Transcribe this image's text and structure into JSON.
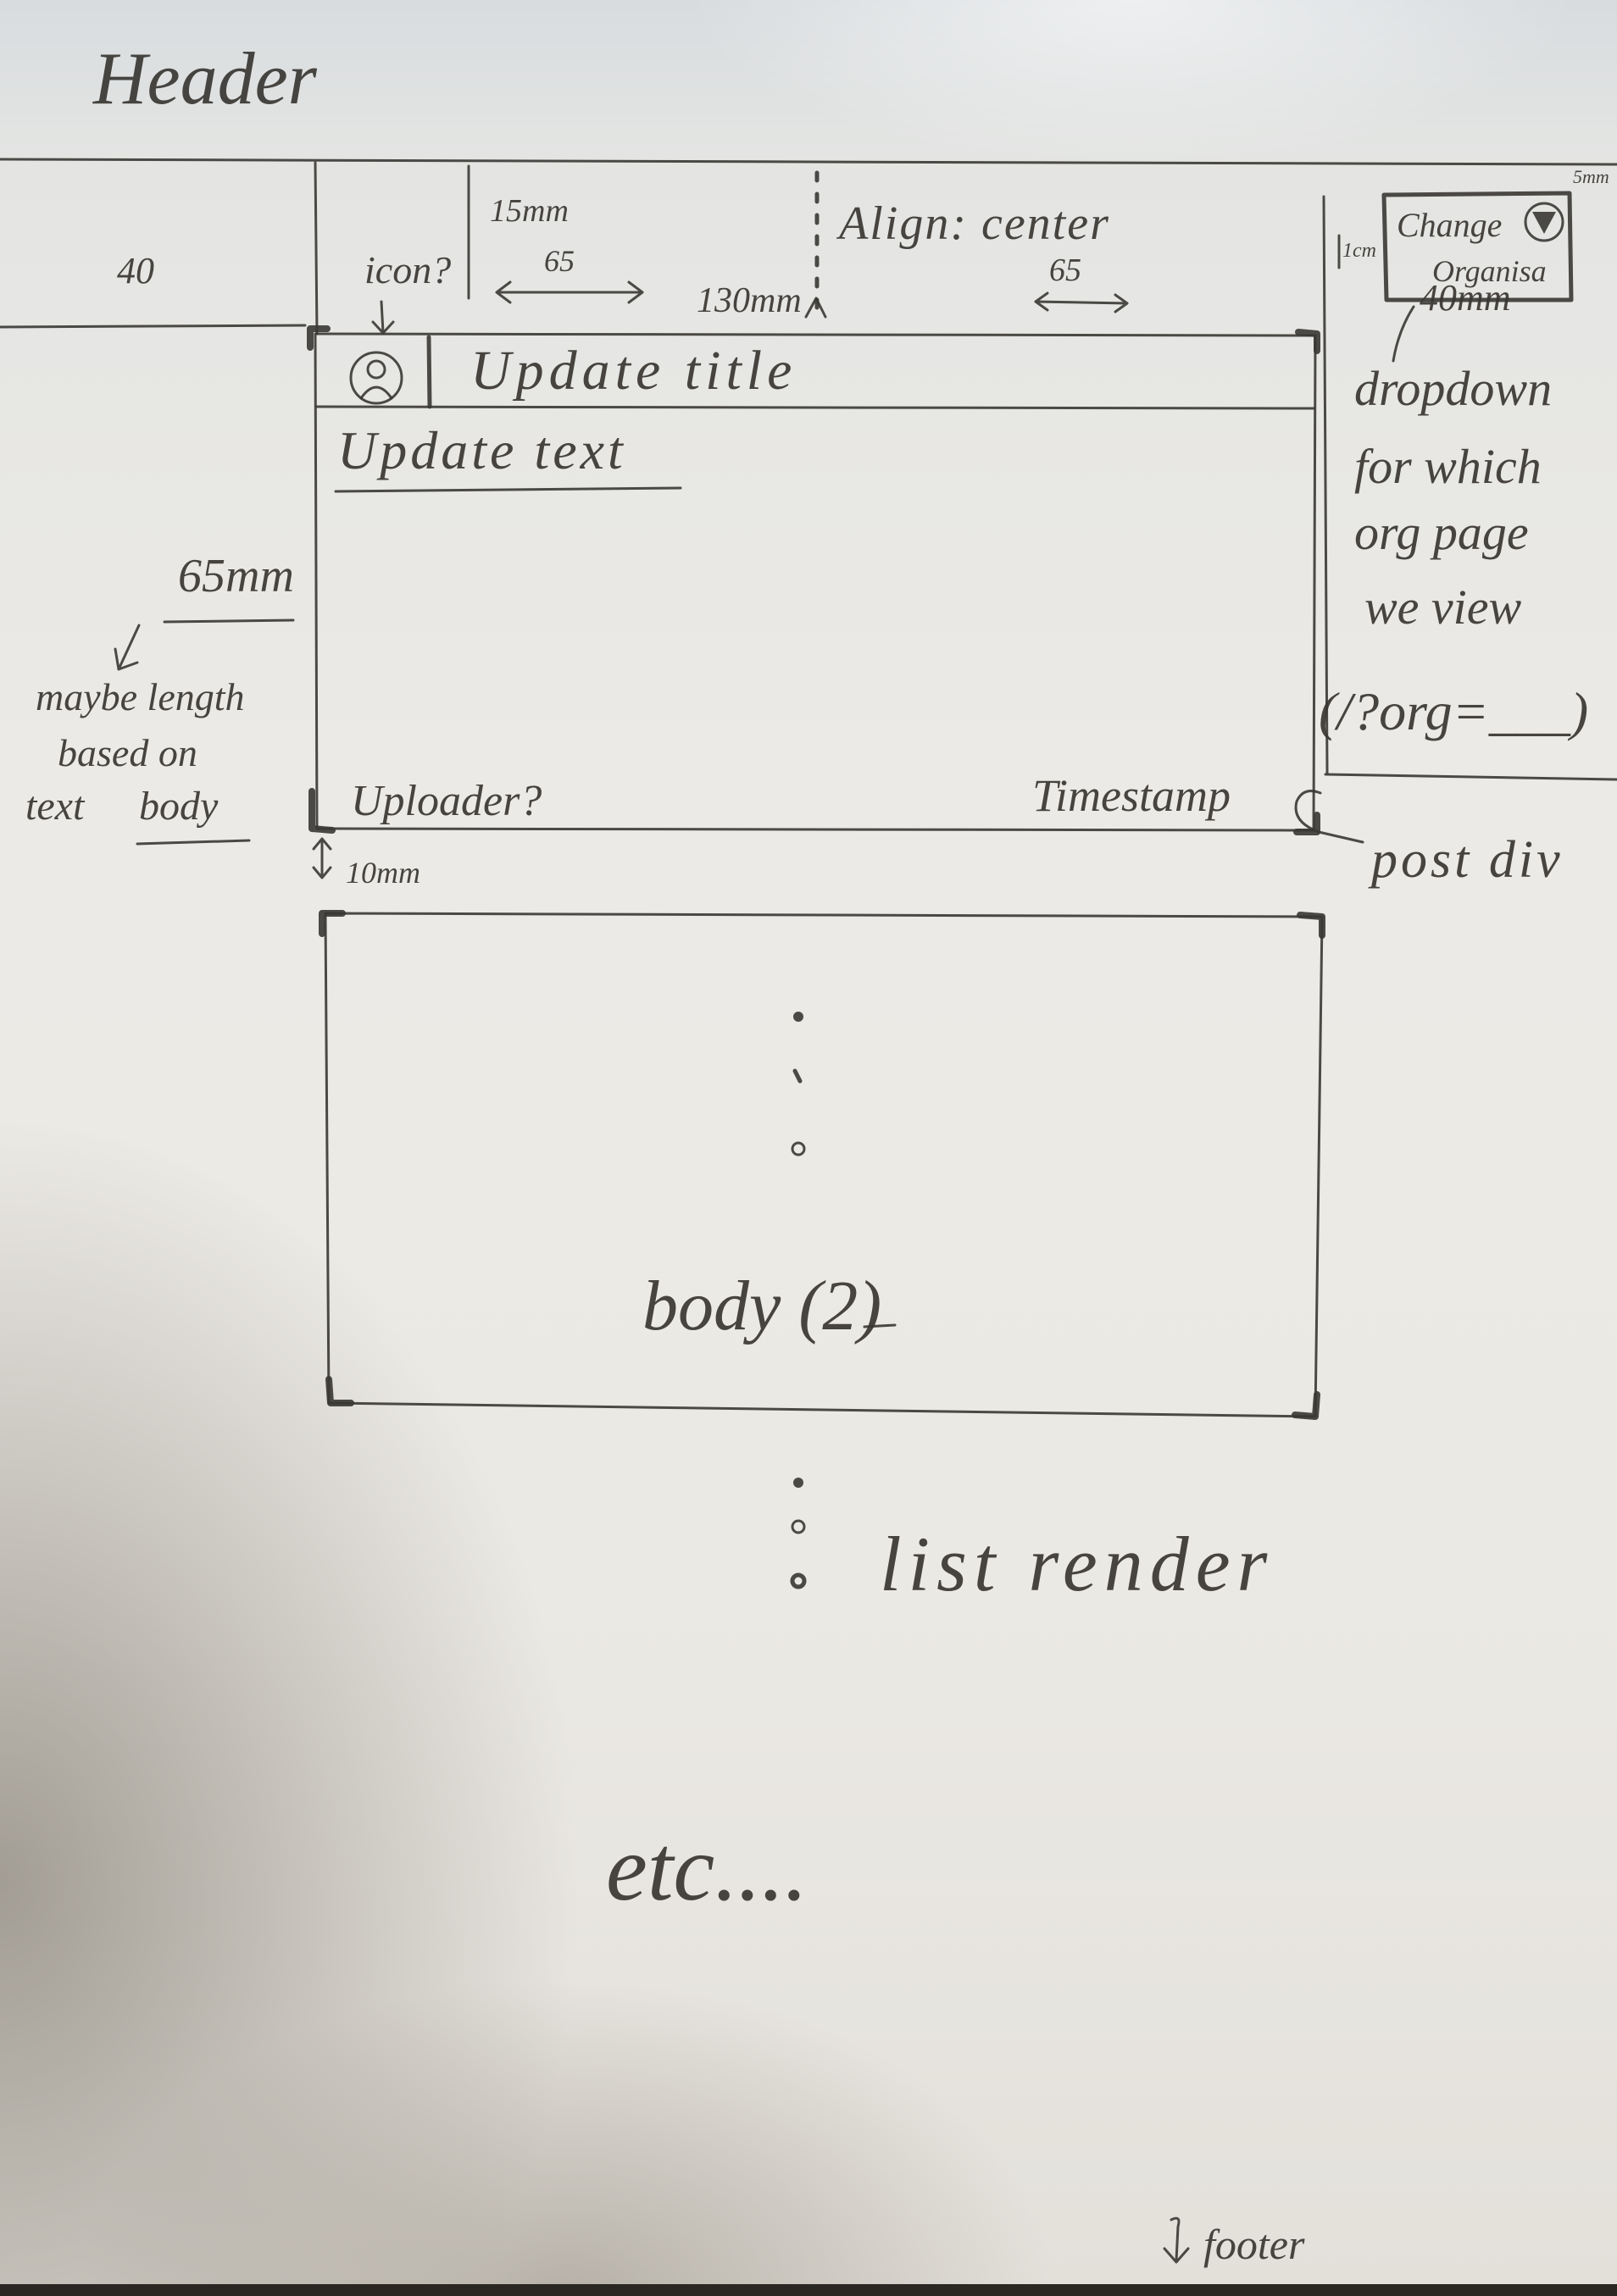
{
  "header": {
    "label": "Header",
    "height_note": "40"
  },
  "header_row": {
    "icon_note": "icon?",
    "icon_width": "15mm",
    "gap_left": "65",
    "content_width": "130mm",
    "align_note": "Align: center",
    "gap_right": "65",
    "margin_note": "1cm"
  },
  "org_dropdown": {
    "label_line1": "Change",
    "label_line2": "Organisa",
    "corner_note": "5mm",
    "width_note": "40mm",
    "note_lines": [
      "dropdown",
      "for which",
      "org page",
      "we view"
    ],
    "query": "(/?org=___)"
  },
  "post": {
    "title": "Update title",
    "text": "Update text",
    "uploader": "Uploader?",
    "timestamp": "Timestamp",
    "label": "post div",
    "gap_note": "10mm"
  },
  "side_notes": {
    "height_note": "65mm",
    "lines": [
      "maybe length",
      "based on"
    ],
    "text_word": "text",
    "body_word": "body"
  },
  "body2": {
    "label": "body (2)"
  },
  "list_note": "list render",
  "etc_note": "etc....",
  "footer": {
    "label": "footer"
  },
  "icons": {
    "avatar": "person-icon",
    "dropdown": "dropdown-triangle-icon",
    "footer": "down-arrow-icon"
  },
  "colors": {
    "pencil": "#3a3733",
    "paper": "#ebe9e4"
  }
}
